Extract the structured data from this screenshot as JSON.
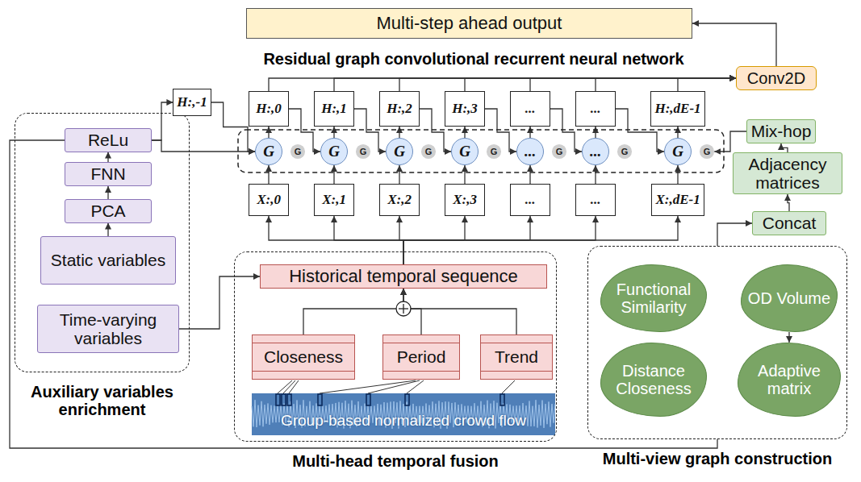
{
  "diagram": {
    "nodes": [
      {
        "text": [
          "Multi-step ahead output"
        ]
      },
      {
        "text": [
          "Conv2D"
        ]
      },
      {
        "text": [
          "Auxiliary variables enrichment"
        ]
      },
      {
        "text": [
          "ReLu"
        ],
        "in": 2
      },
      {
        "text": [
          "FNN"
        ],
        "in": 2
      },
      {
        "text": [
          "PCA"
        ],
        "in": 2
      },
      {
        "text": [
          "Static variables"
        ],
        "in": 2
      },
      {
        "text": [
          "Time-varying variables"
        ],
        "in": 2
      },
      {
        "text": [
          "H:,-1"
        ]
      },
      {
        "text": [
          "H:,0"
        ]
      },
      {
        "text": [
          "H:,1"
        ]
      },
      {
        "text": [
          "H:,2"
        ]
      },
      {
        "text": [
          "H:,3"
        ]
      },
      {
        "text": [
          "..."
        ]
      },
      {
        "text": [
          "..."
        ]
      },
      {
        "text": [
          "H:,dE-1"
        ]
      },
      {
        "text": [
          "G"
        ]
      },
      {
        "text": [
          "G"
        ]
      },
      {
        "text": [
          "G"
        ]
      },
      {
        "text": [
          "G"
        ]
      },
      {
        "text": [
          "..."
        ]
      },
      {
        "text": [
          "..."
        ]
      },
      {
        "text": [
          "G"
        ]
      },
      {
        "text": [
          "G"
        ]
      },
      {
        "text": [
          "G"
        ]
      },
      {
        "text": [
          "G"
        ]
      },
      {
        "text": [
          "G"
        ]
      },
      {
        "text": [
          "G"
        ]
      },
      {
        "text": [
          "G"
        ]
      },
      {
        "text": [
          "G"
        ]
      },
      {
        "text": [
          "X:,0"
        ]
      },
      {
        "text": [
          "X:,1"
        ]
      },
      {
        "text": [
          "X:,2"
        ]
      },
      {
        "text": [
          "X:,3"
        ]
      },
      {
        "text": [
          "..."
        ]
      },
      {
        "text": [
          "..."
        ]
      },
      {
        "text": [
          "X:,dE-1"
        ]
      },
      {
        "text": [
          "Mix-hop"
        ]
      },
      {
        "text": [
          "Adjacency matrices"
        ]
      },
      {
        "text": [
          "Concat"
        ]
      },
      {
        "text": [
          "Multi-head temporal fusion"
        ]
      },
      {
        "text": [
          "Historical temporal sequence"
        ],
        "in": 40
      },
      {
        "text": [
          "Closeness"
        ],
        "in": 40
      },
      {
        "text": [
          "Period"
        ],
        "in": 40
      },
      {
        "text": [
          "Trend"
        ],
        "in": 40
      },
      {
        "text": [
          "Group-based normalized crowd flow"
        ],
        "in": 40
      },
      {
        "text": [
          "Multi-view graph construction"
        ]
      },
      {
        "text": [
          "Functional Similarity"
        ],
        "in": 46
      },
      {
        "text": [
          "OD Volume"
        ],
        "in": 46
      },
      {
        "text": [
          "Distance Closeness"
        ],
        "in": 46
      },
      {
        "text": [
          "Adaptive matrix"
        ],
        "in": 46
      }
    ],
    "edges": [
      {
        "from": 6,
        "to": 5,
        "arrow": "to"
      },
      {
        "from": 5,
        "to": 4,
        "arrow": "to"
      },
      {
        "from": 4,
        "to": 3,
        "arrow": "to"
      },
      {
        "from": 3,
        "to": 8,
        "arrow": "to"
      },
      {
        "from": 3,
        "to": 16,
        "arrow": "to"
      },
      {
        "from": 3,
        "to": 46,
        "arrow": "none"
      },
      {
        "from": 7,
        "to": 41,
        "arrow": "to"
      },
      {
        "from": 42,
        "to": 41,
        "arrow": "to"
      },
      {
        "from": 43,
        "to": 41,
        "arrow": "to"
      },
      {
        "from": 44,
        "to": 41,
        "arrow": "to"
      },
      {
        "from": 41,
        "to": 30,
        "arrow": "to"
      },
      {
        "from": 41,
        "to": 31,
        "arrow": "to"
      },
      {
        "from": 41,
        "to": 32,
        "arrow": "to"
      },
      {
        "from": 41,
        "to": 33,
        "arrow": "to"
      },
      {
        "from": 41,
        "to": 34,
        "arrow": "to"
      },
      {
        "from": 41,
        "to": 35,
        "arrow": "to"
      },
      {
        "from": 41,
        "to": 36,
        "arrow": "to"
      },
      {
        "from": 30,
        "to": 16,
        "arrow": "to"
      },
      {
        "from": 31,
        "to": 17,
        "arrow": "to"
      },
      {
        "from": 32,
        "to": 18,
        "arrow": "to"
      },
      {
        "from": 33,
        "to": 19,
        "arrow": "to"
      },
      {
        "from": 34,
        "to": 20,
        "arrow": "to"
      },
      {
        "from": 35,
        "to": 21,
        "arrow": "to"
      },
      {
        "from": 36,
        "to": 22,
        "arrow": "to"
      },
      {
        "from": 16,
        "to": 9,
        "arrow": "to"
      },
      {
        "from": 17,
        "to": 10,
        "arrow": "to"
      },
      {
        "from": 18,
        "to": 11,
        "arrow": "to"
      },
      {
        "from": 19,
        "to": 12,
        "arrow": "to"
      },
      {
        "from": 20,
        "to": 13,
        "arrow": "to"
      },
      {
        "from": 21,
        "to": 14,
        "arrow": "to"
      },
      {
        "from": 22,
        "to": 15,
        "arrow": "to"
      },
      {
        "from": 8,
        "to": 16,
        "arrow": "to"
      },
      {
        "from": 9,
        "to": 17,
        "arrow": "to"
      },
      {
        "from": 10,
        "to": 18,
        "arrow": "to"
      },
      {
        "from": 11,
        "to": 19,
        "arrow": "to"
      },
      {
        "from": 12,
        "to": 20,
        "arrow": "to"
      },
      {
        "from": 13,
        "to": 21,
        "arrow": "to"
      },
      {
        "from": 14,
        "to": 22,
        "arrow": "to"
      },
      {
        "from": 37,
        "to": 29,
        "arrow": "to"
      },
      {
        "from": 39,
        "to": 38,
        "arrow": "to"
      },
      {
        "from": 38,
        "to": 37,
        "arrow": "to"
      },
      {
        "from": 46,
        "to": 39,
        "arrow": "to"
      },
      {
        "from": 9,
        "to": 1,
        "arrow": "to"
      },
      {
        "from": 10,
        "to": 1,
        "arrow": "to"
      },
      {
        "from": 11,
        "to": 1,
        "arrow": "to"
      },
      {
        "from": 12,
        "to": 1,
        "arrow": "to"
      },
      {
        "from": 13,
        "to": 1,
        "arrow": "to"
      },
      {
        "from": 14,
        "to": 1,
        "arrow": "to"
      },
      {
        "from": 15,
        "to": 1,
        "arrow": "to"
      },
      {
        "from": 1,
        "to": 0,
        "arrow": "to"
      },
      {
        "from": 48,
        "to": 50,
        "arrow": "to"
      }
    ],
    "labels": [
      "Residual graph convolutional recurrent neural network"
    ]
  }
}
